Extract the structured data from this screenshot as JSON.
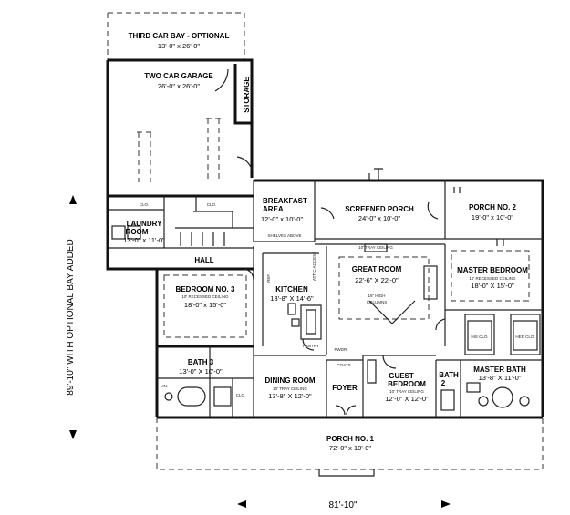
{
  "rooms": {
    "third_car_bay": {
      "name": "THIRD CAR BAY - OPTIONAL",
      "dims": "13'-0\" x 26'-0\""
    },
    "two_car_garage": {
      "name": "TWO CAR GARAGE",
      "dims": "26'-0\" x 26'-0\""
    },
    "storage": {
      "name": "STORAGE"
    },
    "breakfast": {
      "name1": "BREAKFAST",
      "name2": "AREA",
      "dims": "12'-0\" x 10'-0\"",
      "note": "SHELVES ABOVE"
    },
    "screened_porch": {
      "name": "SCREENED PORCH",
      "dims": "24'-0\" x 10'-0\""
    },
    "porch2": {
      "name": "PORCH NO. 2",
      "dims": "19'-0\" x 10'-0\""
    },
    "laundry": {
      "name1": "LAUNDRY",
      "name2": "ROOM",
      "dims": "13'-0\" x 11'-0\""
    },
    "hall": {
      "name": "HALL"
    },
    "great_room": {
      "name": "GREAT ROOM",
      "dims": "22'-6\" X 22'-0\"",
      "note1": "10' TRAY CEILING",
      "note2": "16\" HIGH",
      "note3": "COLUMNS"
    },
    "master_bedroom": {
      "name": "MASTER BEDROOM",
      "note": "10' RECESSED CEILING",
      "dims": "18'-0\" X 15'-0\""
    },
    "bedroom3": {
      "name": "BEDROOM NO. 3",
      "note": "10' RECESSED CEILING",
      "dims": "18'-0\" x 15'-0\""
    },
    "kitchen": {
      "name": "KITCHEN",
      "dims": "13'-8\" X 14'-6\""
    },
    "pantry": {
      "name": "PANTRY"
    },
    "bath3": {
      "name": "BATH 3",
      "dims": "13'-0\" X 10'-0\""
    },
    "dining": {
      "name": "DINING ROOM",
      "note": "10' TRAY CEILING",
      "dims": "13'-8\" X 12'-0\""
    },
    "foyer": {
      "name": "FOYER"
    },
    "guest": {
      "name1": "GUEST",
      "name2": "BEDROOM",
      "note": "10' TRAY CEILING",
      "dims": "12'-0\" X 12'-0\""
    },
    "bath2": {
      "name1": "BATH",
      "name2": "2"
    },
    "master_bath": {
      "name": "MASTER BATH",
      "dims": "13'-8\" X 11'-0\""
    },
    "his_clo": {
      "name": "HIS CLO."
    },
    "her_clo": {
      "name": "HER CLO."
    },
    "porch1": {
      "name": "PORCH NO. 1",
      "dims": "72'-0\" x 10'-0\""
    }
  },
  "labels": {
    "clo": "CLO.",
    "lin": "LIN.",
    "ref": "REF.",
    "pwdr": "PWDR.",
    "coats": "COATS",
    "attic": "ATTIC ACCESS"
  },
  "dimensions": {
    "depth": "89'-10\" WITH OPTIONAL BAY ADDED",
    "width": "81'-10\""
  }
}
